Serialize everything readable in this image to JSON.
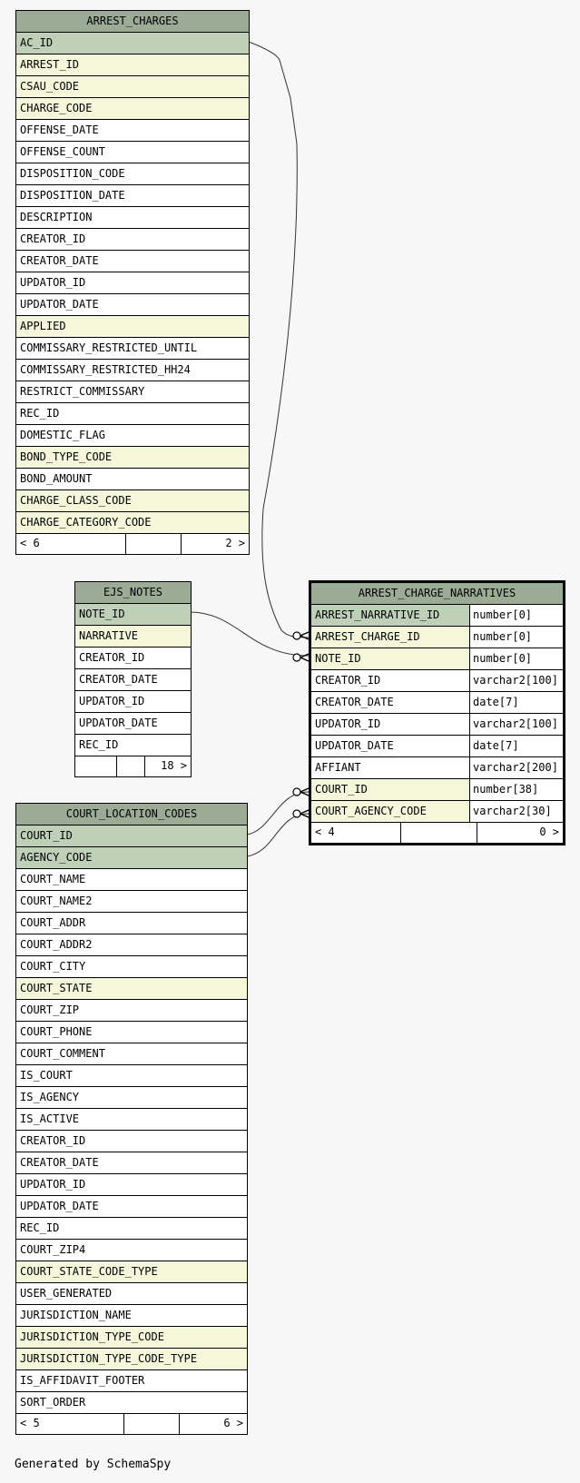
{
  "diagram": {
    "tables": {
      "arrest_charges": {
        "title": "ARREST_CHARGES",
        "columns": [
          {
            "name": "AC_ID",
            "kind": "pk"
          },
          {
            "name": "ARREST_ID",
            "kind": "fk"
          },
          {
            "name": "CSAU_CODE",
            "kind": "fk"
          },
          {
            "name": "CHARGE_CODE",
            "kind": "fk"
          },
          {
            "name": "OFFENSE_DATE",
            "kind": ""
          },
          {
            "name": "OFFENSE_COUNT",
            "kind": ""
          },
          {
            "name": "DISPOSITION_CODE",
            "kind": ""
          },
          {
            "name": "DISPOSITION_DATE",
            "kind": ""
          },
          {
            "name": "DESCRIPTION",
            "kind": ""
          },
          {
            "name": "CREATOR_ID",
            "kind": ""
          },
          {
            "name": "CREATOR_DATE",
            "kind": ""
          },
          {
            "name": "UPDATOR_ID",
            "kind": ""
          },
          {
            "name": "UPDATOR_DATE",
            "kind": ""
          },
          {
            "name": "APPLIED",
            "kind": "fk"
          },
          {
            "name": "COMMISSARY_RESTRICTED_UNTIL",
            "kind": ""
          },
          {
            "name": "COMMISSARY_RESTRICTED_HH24",
            "kind": ""
          },
          {
            "name": "RESTRICT_COMMISSARY",
            "kind": ""
          },
          {
            "name": "REC_ID",
            "kind": ""
          },
          {
            "name": "DOMESTIC_FLAG",
            "kind": ""
          },
          {
            "name": "BOND_TYPE_CODE",
            "kind": "fk"
          },
          {
            "name": "BOND_AMOUNT",
            "kind": ""
          },
          {
            "name": "CHARGE_CLASS_CODE",
            "kind": "fk"
          },
          {
            "name": "CHARGE_CATEGORY_CODE",
            "kind": "fk"
          }
        ],
        "footer": {
          "left": "< 6",
          "right": "2 >"
        }
      },
      "ejs_notes": {
        "title": "EJS_NOTES",
        "columns": [
          {
            "name": "NOTE_ID",
            "kind": "pk"
          },
          {
            "name": "NARRATIVE",
            "kind": "fk"
          },
          {
            "name": "CREATOR_ID",
            "kind": ""
          },
          {
            "name": "CREATOR_DATE",
            "kind": ""
          },
          {
            "name": "UPDATOR_ID",
            "kind": ""
          },
          {
            "name": "UPDATOR_DATE",
            "kind": ""
          },
          {
            "name": "REC_ID",
            "kind": ""
          }
        ],
        "footer": {
          "left": "",
          "right": "18 >"
        }
      },
      "arrest_charge_narratives": {
        "title": "ARREST_CHARGE_NARRATIVES",
        "columns": [
          {
            "name": "ARREST_NARRATIVE_ID",
            "kind": "pk",
            "type": "number[0]"
          },
          {
            "name": "ARREST_CHARGE_ID",
            "kind": "fk",
            "type": "number[0]"
          },
          {
            "name": "NOTE_ID",
            "kind": "fk",
            "type": "number[0]"
          },
          {
            "name": "CREATOR_ID",
            "kind": "",
            "type": "varchar2[100]"
          },
          {
            "name": "CREATOR_DATE",
            "kind": "",
            "type": "date[7]"
          },
          {
            "name": "UPDATOR_ID",
            "kind": "",
            "type": "varchar2[100]"
          },
          {
            "name": "UPDATOR_DATE",
            "kind": "",
            "type": "date[7]"
          },
          {
            "name": "AFFIANT",
            "kind": "",
            "type": "varchar2[200]"
          },
          {
            "name": "COURT_ID",
            "kind": "fk",
            "type": "number[38]"
          },
          {
            "name": "COURT_AGENCY_CODE",
            "kind": "fk",
            "type": "varchar2[30]"
          }
        ],
        "footer": {
          "left": "< 4",
          "right": "0 >"
        }
      },
      "court_location_codes": {
        "title": "COURT_LOCATION_CODES",
        "columns": [
          {
            "name": "COURT_ID",
            "kind": "pk"
          },
          {
            "name": "AGENCY_CODE",
            "kind": "pk"
          },
          {
            "name": "COURT_NAME",
            "kind": ""
          },
          {
            "name": "COURT_NAME2",
            "kind": ""
          },
          {
            "name": "COURT_ADDR",
            "kind": ""
          },
          {
            "name": "COURT_ADDR2",
            "kind": ""
          },
          {
            "name": "COURT_CITY",
            "kind": ""
          },
          {
            "name": "COURT_STATE",
            "kind": "fk"
          },
          {
            "name": "COURT_ZIP",
            "kind": ""
          },
          {
            "name": "COURT_PHONE",
            "kind": ""
          },
          {
            "name": "COURT_COMMENT",
            "kind": ""
          },
          {
            "name": "IS_COURT",
            "kind": ""
          },
          {
            "name": "IS_AGENCY",
            "kind": ""
          },
          {
            "name": "IS_ACTIVE",
            "kind": ""
          },
          {
            "name": "CREATOR_ID",
            "kind": ""
          },
          {
            "name": "CREATOR_DATE",
            "kind": ""
          },
          {
            "name": "UPDATOR_ID",
            "kind": ""
          },
          {
            "name": "UPDATOR_DATE",
            "kind": ""
          },
          {
            "name": "REC_ID",
            "kind": ""
          },
          {
            "name": "COURT_ZIP4",
            "kind": ""
          },
          {
            "name": "COURT_STATE_CODE_TYPE",
            "kind": "fk"
          },
          {
            "name": "USER_GENERATED",
            "kind": ""
          },
          {
            "name": "JURISDICTION_NAME",
            "kind": ""
          },
          {
            "name": "JURISDICTION_TYPE_CODE",
            "kind": "fk"
          },
          {
            "name": "JURISDICTION_TYPE_CODE_TYPE",
            "kind": "fk"
          },
          {
            "name": "IS_AFFIDAVIT_FOOTER",
            "kind": ""
          },
          {
            "name": "SORT_ORDER",
            "kind": ""
          }
        ],
        "footer": {
          "left": "< 5",
          "right": "6 >"
        }
      }
    },
    "relationships": [
      {
        "from": "ARREST_CHARGES.AC_ID",
        "to": "ARREST_CHARGE_NARRATIVES.ARREST_CHARGE_ID"
      },
      {
        "from": "EJS_NOTES.NOTE_ID",
        "to": "ARREST_CHARGE_NARRATIVES.NOTE_ID"
      },
      {
        "from": "COURT_LOCATION_CODES.COURT_ID",
        "to": "ARREST_CHARGE_NARRATIVES.COURT_ID"
      },
      {
        "from": "COURT_LOCATION_CODES.AGENCY_CODE",
        "to": "ARREST_CHARGE_NARRATIVES.COURT_AGENCY_CODE"
      }
    ],
    "colors": {
      "header": "#9bab96",
      "primary_key": "#bed1b8",
      "foreign_key": "#f4f7da",
      "background": "#f7f7f7"
    },
    "footer_text": "Generated by SchemaSpy"
  }
}
